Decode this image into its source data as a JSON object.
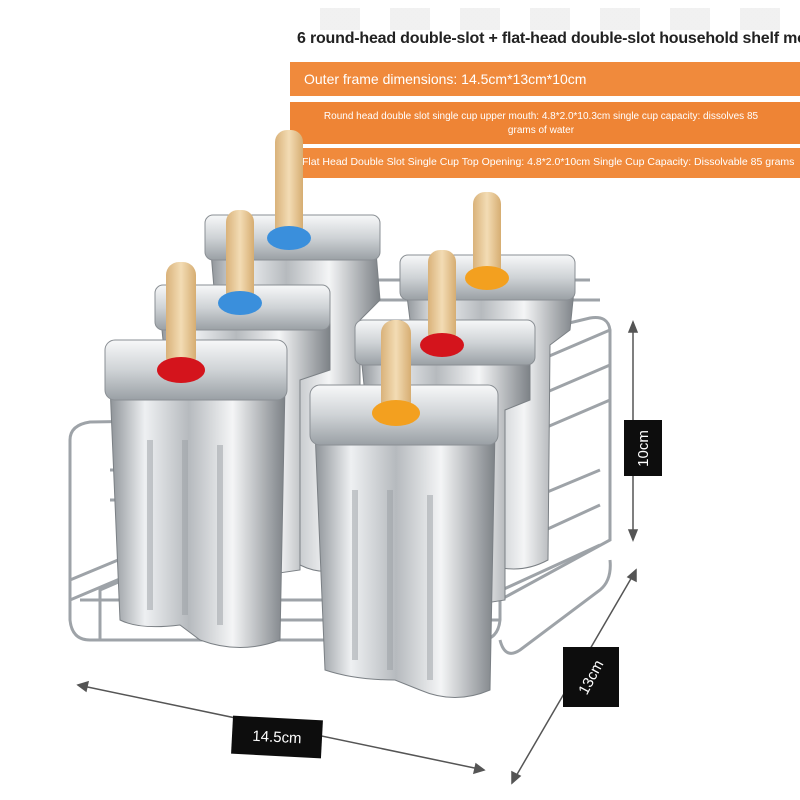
{
  "title": "6 round-head double-slot + flat-head double-slot household shelf mo",
  "banners": {
    "outer_frame": "Outer frame dimensions: 14.5cm*13cm*10cm",
    "round_head": "Round head double slot single cup upper mouth: 4.8*2.0*10.3cm single cup capacity: dissolves 85 grams of water",
    "flat_head": "Flat Head Double Slot Single Cup Top Opening: 4.8*2.0*10cm Single Cup Capacity: Dissolvable 85 grams"
  },
  "dimensions": {
    "width": "14.5cm",
    "height": "10cm",
    "depth": "13cm"
  },
  "colors": {
    "banner": "#f08a3c",
    "ring_blue": "#3a8fdc",
    "ring_orange": "#f3a01f",
    "ring_red": "#d4141c",
    "stick": "#e8c79a",
    "steel": "#c8ccd0"
  }
}
